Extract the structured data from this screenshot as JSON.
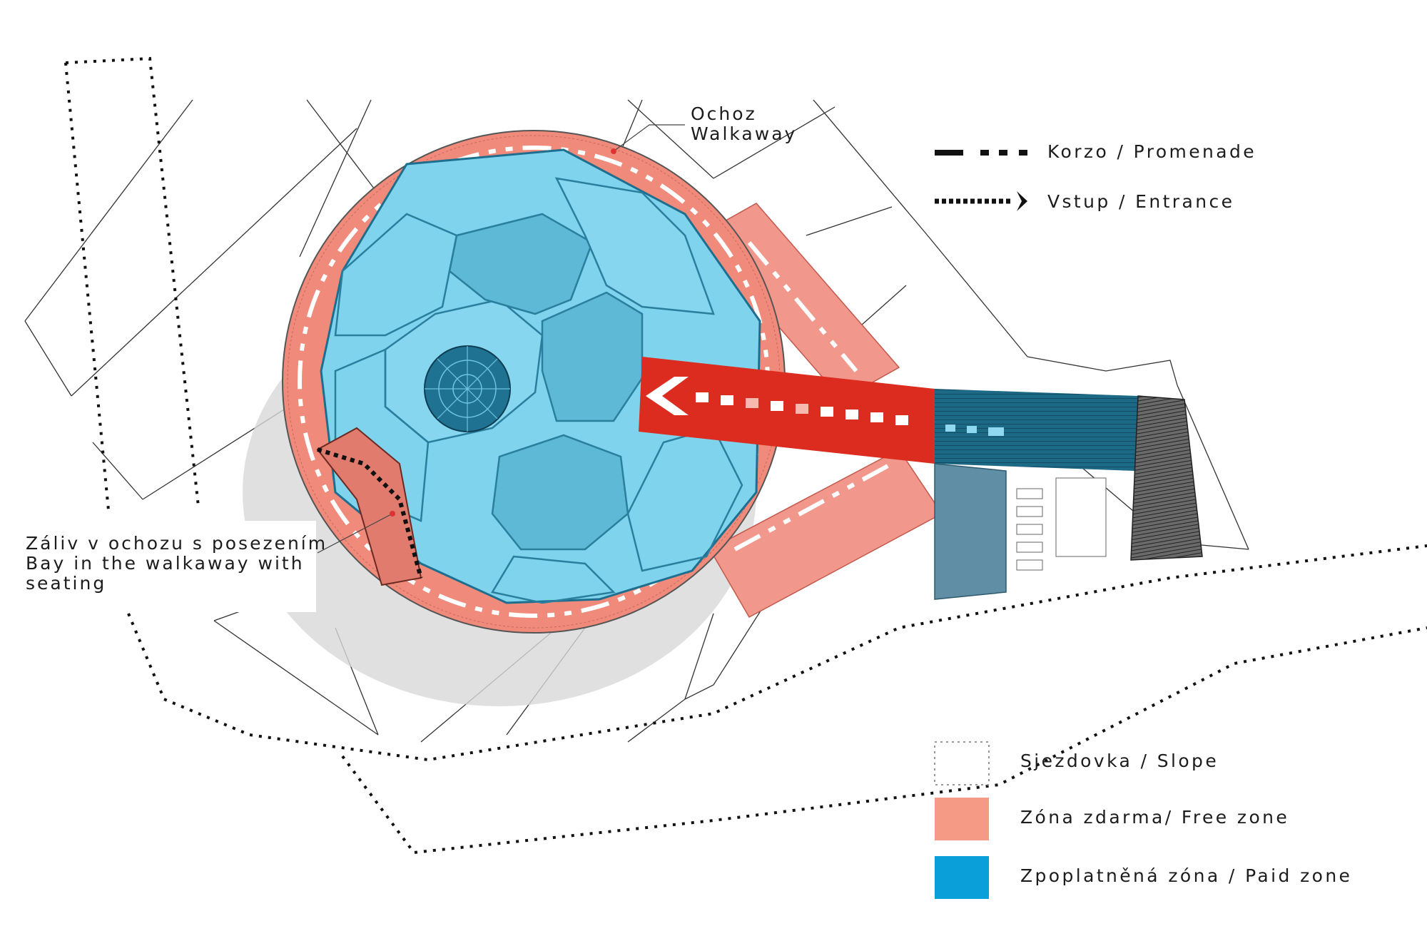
{
  "labels": {
    "walkaway_cz": "Ochoz",
    "walkaway_en": "Walkaway",
    "bay_cz": "Záliv v ochozu s posezením",
    "bay_en": "Bay in the walkaway with",
    "bay_en2": "seating"
  },
  "legend": {
    "promenade": "Korzo / Promenade",
    "entrance": "Vstup / Entrance",
    "slope": "Sjezdovka / Slope",
    "free_zone": "Zóna zdarma/ Free zone",
    "paid_zone": "Zpoplatněná zóna / Paid zone"
  },
  "colors": {
    "free_zone": "#f59b85",
    "paid_zone": "#0a9fd8",
    "walkway_ring": "#f08a7a",
    "dome": "#7fd3ec",
    "bridge_red": "#db2c1f",
    "dark_blue": "#1e6f8f",
    "outline": "#2a2a2a"
  }
}
